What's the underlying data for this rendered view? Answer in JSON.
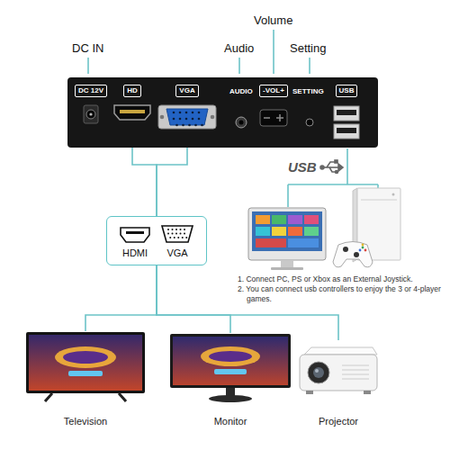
{
  "diagram": {
    "nodes": [
      {
        "text": [
          "AUDIO",
          "SETTING"
        ]
      },
      {
        "text": [
          "DC 12V"
        ],
        "in": 0
      },
      {
        "text": [
          "HD"
        ],
        "in": 0
      },
      {
        "text": [
          "VGA"
        ],
        "in": 0
      },
      {
        "text": [
          "-VOL+"
        ],
        "in": 0
      },
      {
        "text": [
          "USB"
        ],
        "in": 0
      },
      {
        "text": [
          "HDMI",
          "VGA"
        ]
      },
      {
        "text": [
          "Television"
        ]
      },
      {
        "text": [
          "Monitor"
        ]
      },
      {
        "text": [
          "Projector"
        ]
      }
    ],
    "edges": [
      {
        "from": 2,
        "to": 6,
        "arrow": "none"
      },
      {
        "from": 3,
        "to": 6,
        "arrow": "none"
      },
      {
        "from": 6,
        "to": 7,
        "arrow": "none"
      },
      {
        "from": 6,
        "to": 8,
        "arrow": "none"
      },
      {
        "from": 6,
        "to": 9,
        "arrow": "none"
      }
    ],
    "labels": [
      "DC IN",
      "Audio",
      "Volume",
      "Setting",
      "USB",
      "1. Connect PC, PS or Xbox as an External Joystick.",
      "2. You can connect usb controllers to enjoy the 3 or 4-player games."
    ]
  }
}
